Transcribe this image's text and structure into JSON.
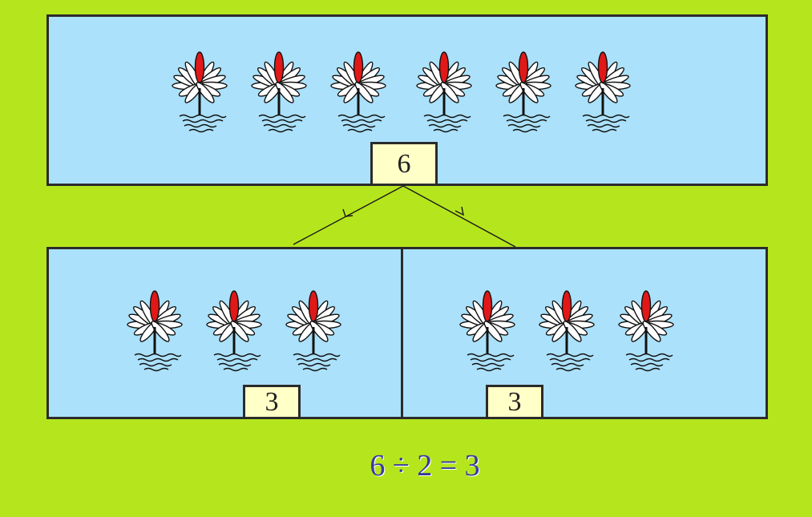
{
  "total": {
    "count_label": "6"
  },
  "groups": [
    {
      "count_label": "3"
    },
    {
      "count_label": "3"
    }
  ],
  "equation": "6 ÷ 2 = 3",
  "colors": {
    "background": "#b5e61d",
    "panel": "#abe1fa",
    "count_box": "#ffffc8",
    "petal_white": "#ffffff",
    "petal_red": "#e01818"
  },
  "icons": {
    "flower": "water-lily-icon"
  }
}
